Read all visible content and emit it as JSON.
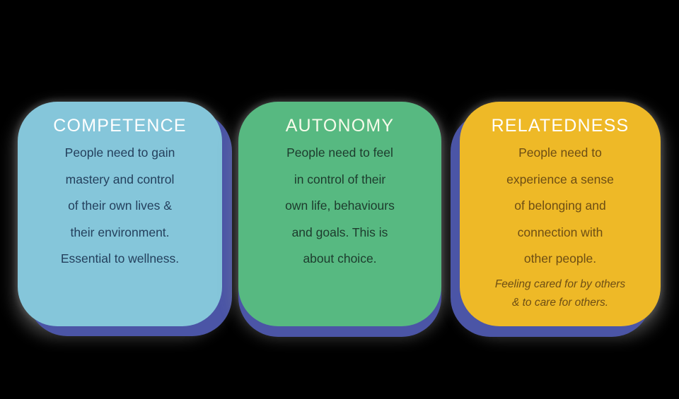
{
  "background_color": "#000000",
  "shadow_color": "#4B55A6",
  "cards": [
    {
      "title": "COMPETENCE",
      "bg_color": "#85C6DA",
      "title_color": "#FFFFFF",
      "body_color": "#24405D",
      "lines": [
        "People need to gain",
        "mastery and control",
        "of their own lives &",
        "their environment.",
        "Essential to wellness."
      ]
    },
    {
      "title": "AUTONOMY",
      "bg_color": "#57B981",
      "title_color": "#F6FBEA",
      "body_color": "#1D3B2D",
      "lines": [
        "People need to feel",
        "in control of their",
        "own life, behaviours",
        "and goals. This is",
        "about choice."
      ]
    },
    {
      "title": "RELATEDNESS",
      "bg_color": "#EEB927",
      "title_color": "#FFFFFF",
      "body_color": "#6E4E14",
      "lines": [
        "People need to",
        "experience a sense",
        "of belonging and",
        "connection with",
        "other people."
      ],
      "note_lines": [
        "Feeling cared for by others",
        "& to care for others."
      ]
    }
  ]
}
